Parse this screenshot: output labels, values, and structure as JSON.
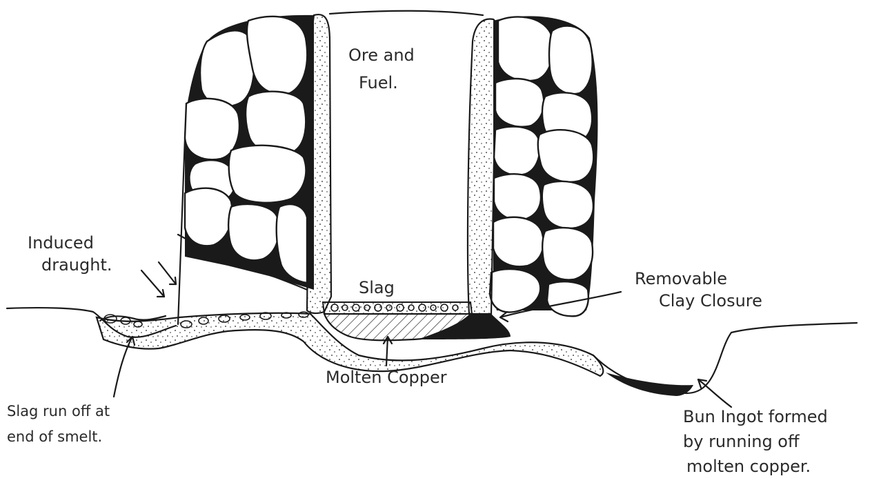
{
  "labels": {
    "ore_fuel_1": "Ore and",
    "ore_fuel_2": "Fuel.",
    "induced_1": "Induced",
    "induced_2": "draught.",
    "slag": "Slag",
    "removable_1": "Removable",
    "removable_2": "Clay Closure",
    "molten_copper": "Molten Copper",
    "slag_run_1": "Slag run off at",
    "slag_run_2": "end of smelt.",
    "bun_1": "Bun Ingot formed",
    "bun_2": "by running off",
    "bun_3": "molten copper."
  },
  "colors": {
    "ink": "#1a1a1a",
    "paper": "#ffffff"
  }
}
